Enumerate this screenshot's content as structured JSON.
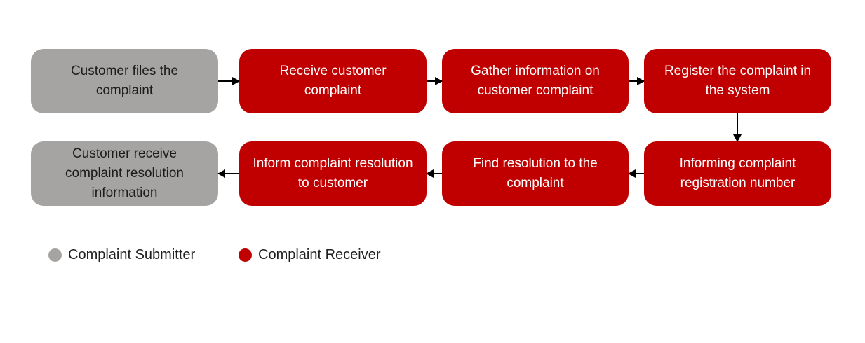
{
  "diagram": {
    "type": "flowchart",
    "background": "#ffffff",
    "colors": {
      "submitter": "#a6a4a2",
      "submitter_text": "#1c1c1c",
      "receiver": "#c00000",
      "receiver_text": "#ffffff",
      "arrow": "#000000"
    },
    "nodes": [
      {
        "id": "file",
        "label": "Customer files the complaint",
        "role": "submitter",
        "row": 1,
        "col": 1
      },
      {
        "id": "receive",
        "label": "Receive customer complaint",
        "role": "receiver",
        "row": 1,
        "col": 2
      },
      {
        "id": "gather",
        "label": "Gather information on customer complaint",
        "role": "receiver",
        "row": 1,
        "col": 3
      },
      {
        "id": "register",
        "label": "Register the complaint in the system",
        "role": "receiver",
        "row": 1,
        "col": 4
      },
      {
        "id": "informing",
        "label": "Informing complaint registration number",
        "role": "receiver",
        "row": 2,
        "col": 4
      },
      {
        "id": "find",
        "label": "Find resolution to the complaint",
        "role": "receiver",
        "row": 2,
        "col": 3
      },
      {
        "id": "inform",
        "label": "Inform complaint resolution to customer",
        "role": "receiver",
        "row": 2,
        "col": 2
      },
      {
        "id": "customer-receive",
        "label": "Customer receive complaint resolution information",
        "role": "submitter",
        "row": 2,
        "col": 1
      }
    ],
    "edges": [
      {
        "from": "file",
        "to": "receive",
        "direction": "right"
      },
      {
        "from": "receive",
        "to": "gather",
        "direction": "right"
      },
      {
        "from": "gather",
        "to": "register",
        "direction": "right"
      },
      {
        "from": "register",
        "to": "informing",
        "direction": "down"
      },
      {
        "from": "informing",
        "to": "find",
        "direction": "left"
      },
      {
        "from": "find",
        "to": "inform",
        "direction": "left"
      },
      {
        "from": "inform",
        "to": "customer-receive",
        "direction": "left"
      }
    ],
    "legend": [
      {
        "label": "Complaint Submitter",
        "color": "#a6a4a2"
      },
      {
        "label": "Complaint Receiver",
        "color": "#c00000"
      }
    ]
  }
}
